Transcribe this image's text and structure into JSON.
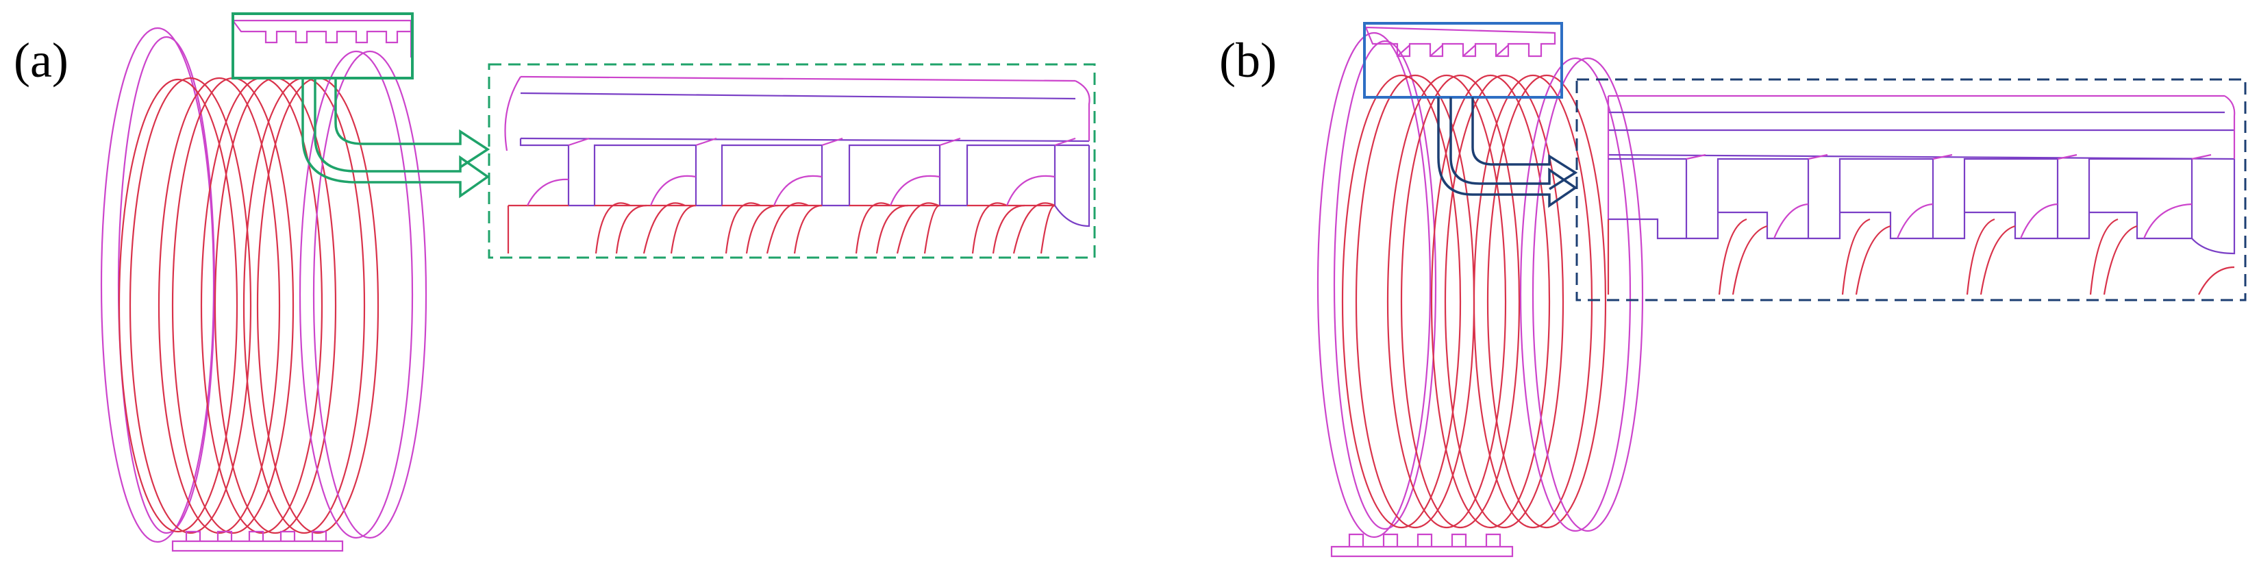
{
  "panels": [
    {
      "label": "(a)",
      "highlight_color": "#1fa36a",
      "zoom_border_color": "#1fa36a",
      "arrow_color": "#1fa36a",
      "grooves_in_detail": 4
    },
    {
      "label": "(b)",
      "highlight_color": "#2e6fc4",
      "zoom_border_color": "#1d3f73",
      "arrow_color": "#1d3f73",
      "grooves_in_detail": 4
    }
  ],
  "line_colors": {
    "outer_edges": "#cc44cc",
    "thread_edges": "#d9324a",
    "section_edges": "#7a3fc6"
  }
}
